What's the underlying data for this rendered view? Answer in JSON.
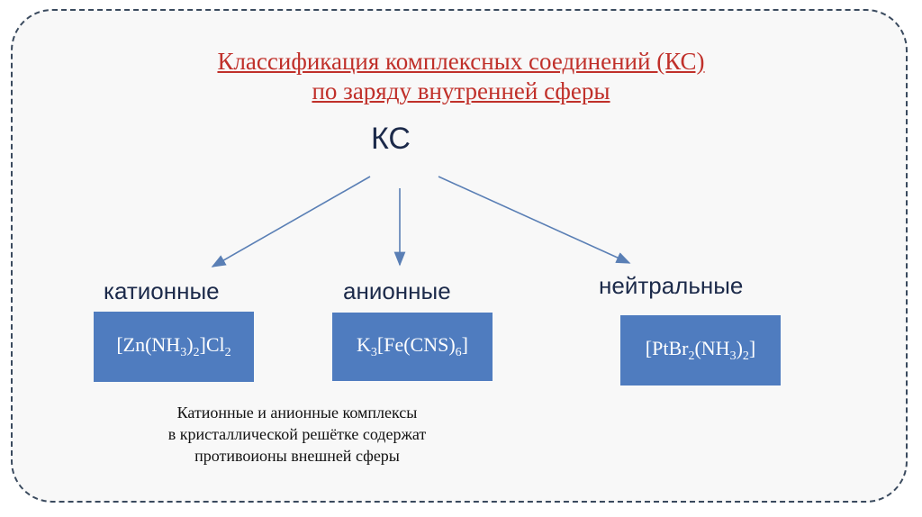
{
  "title": {
    "line1": "Классификация комплексных соединений (КС)",
    "line2": "по заряду внутренней сферы"
  },
  "root": "КС",
  "branches": [
    {
      "label": "катионные",
      "formula": [
        {
          "t": "[Zn(NH"
        },
        {
          "s": "3"
        },
        {
          "t": ")"
        },
        {
          "s": "2"
        },
        {
          "t": "]Cl"
        },
        {
          "s": "2"
        }
      ]
    },
    {
      "label": "анионные",
      "formula": [
        {
          "t": "K"
        },
        {
          "s": "3"
        },
        {
          "t": "[Fe(CNS)"
        },
        {
          "s": "6"
        },
        {
          "t": "]"
        }
      ]
    },
    {
      "label": "нейтральные",
      "formula": [
        {
          "t": "[PtBr"
        },
        {
          "s": "2"
        },
        {
          "t": "(NH"
        },
        {
          "s": "3"
        },
        {
          "t": ")"
        },
        {
          "s": "2"
        },
        {
          "t": "]"
        }
      ]
    }
  ],
  "note": {
    "line1": "Катионные и анионные комплексы",
    "line2": "в кристаллической решётке содержат",
    "line3": "противоионы внешней сферы"
  },
  "colors": {
    "title": "#c0302a",
    "box": "#4f7cbf",
    "arrow": "#5a7fb5",
    "text": "#1c2a4a"
  }
}
